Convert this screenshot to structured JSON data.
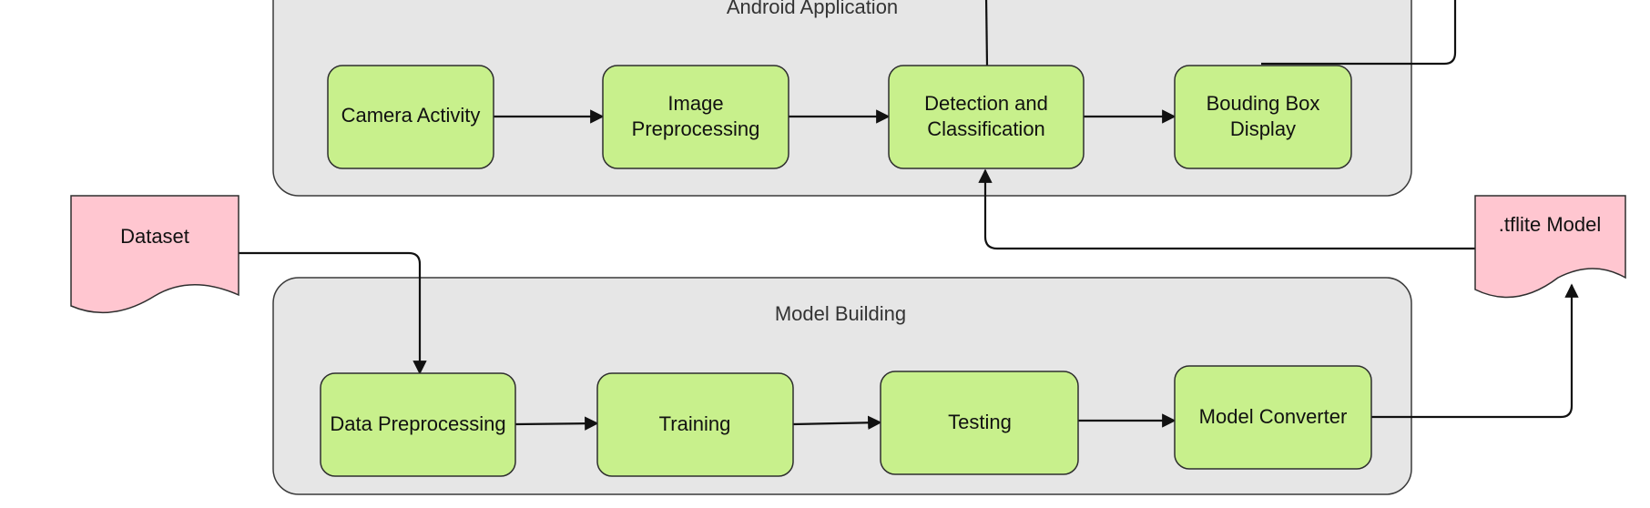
{
  "groups": {
    "android_app": {
      "label": "Android Application"
    },
    "model_building": {
      "label": "Model Building"
    }
  },
  "nodes": {
    "camera_activity": {
      "lines": [
        "Camera Activity"
      ]
    },
    "image_preprocessing": {
      "lines": [
        "Image",
        "Preprocessing"
      ]
    },
    "detection_classification": {
      "lines": [
        "Detection and",
        "Classification"
      ]
    },
    "bounding_box_display": {
      "lines": [
        "Bouding Box",
        "Display"
      ]
    },
    "data_preprocessing": {
      "lines": [
        "Data Preprocessing"
      ]
    },
    "training": {
      "lines": [
        "Training"
      ]
    },
    "testing": {
      "lines": [
        "Testing"
      ]
    },
    "model_converter": {
      "lines": [
        "Model Converter"
      ]
    },
    "dataset": {
      "lines": [
        "Dataset"
      ]
    },
    "tflite_model": {
      "lines": [
        ".tflite Model"
      ]
    }
  },
  "colors": {
    "process_fill": "#c8f08c",
    "document_fill": "#ffc6d0",
    "group_fill": "#e6e6e6",
    "edge": "#111111"
  }
}
